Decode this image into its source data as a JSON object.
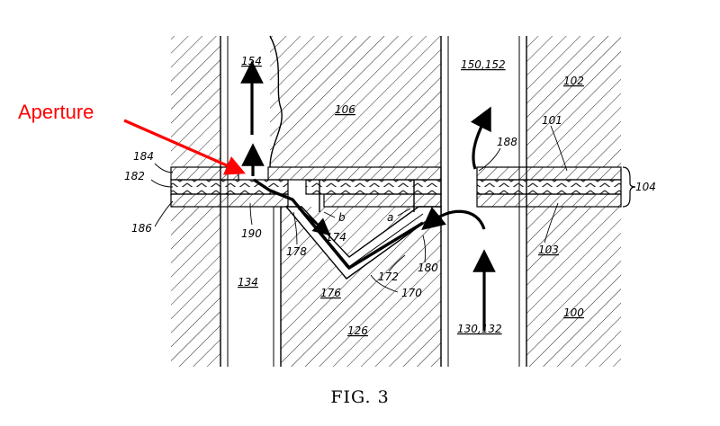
{
  "figure": {
    "caption": "FIG. 3",
    "annotation": {
      "text": "Aperture",
      "color": "#ff0000"
    },
    "labels": {
      "l154": "154",
      "l106": "106",
      "l150_152": "150,152",
      "l102": "102",
      "l101": "101",
      "l188": "188",
      "l184": "184",
      "l182": "182",
      "l186": "186",
      "l104": "104",
      "l190": "190",
      "l178": "178",
      "l174": "174",
      "l_b": "b",
      "l_a": "a",
      "l172": "172",
      "l180": "180",
      "l103": "103",
      "l134": "134",
      "l176": "176",
      "l170": "170",
      "l126": "126",
      "l130_132": "130,132",
      "l100": "100"
    }
  }
}
